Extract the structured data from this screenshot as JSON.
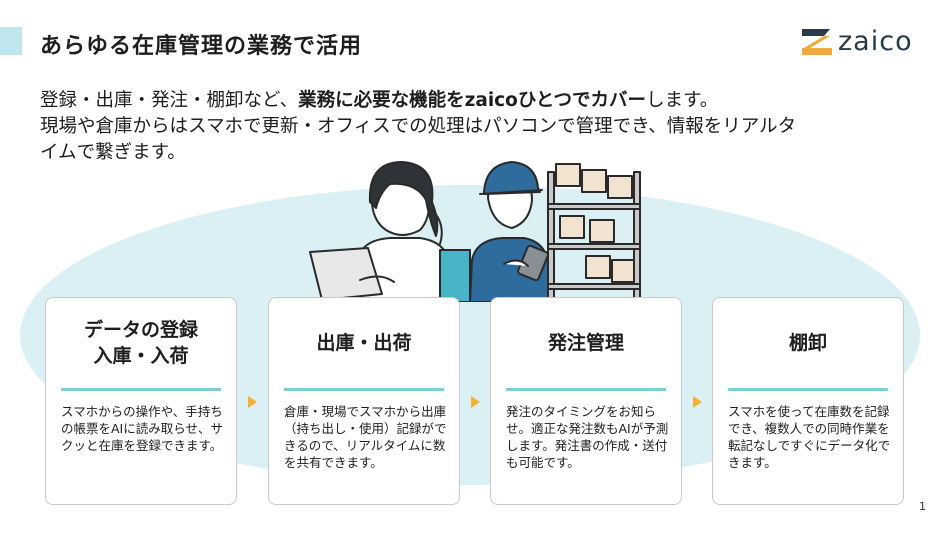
{
  "slide": {
    "title": "あらゆる在庫管理の業務で活用",
    "logo_text": "zaico",
    "intro": {
      "line1_pre": "登録・出庫・発注・棚卸など、",
      "line1_bold": "業務に必要な機能をzaicoひとつでカバー",
      "line1_post": "します。",
      "line2": "現場や倉庫からはスマホで更新・オフィスでの処理はパソコンで管理でき、情報をリアルタ",
      "line3": "イムで繋ぎます。"
    },
    "cards": [
      {
        "title_line1": "データの登録",
        "title_line2": "入庫・入荷",
        "body": "スマホからの操作や、手持ちの帳票をAIに読み取らせ、サクッと在庫を登録できます。"
      },
      {
        "title_line1": "出庫・出荷",
        "title_line2": "",
        "body": "倉庫・現場でスマホから出庫（持ち出し・使用）記録ができるので、リアルタイムに数を共有できます。"
      },
      {
        "title_line1": "発注管理",
        "title_line2": "",
        "body": "発注のタイミングをお知らせ。適正な発注数もAIが予測します。発注書の作成・送付も可能です。"
      },
      {
        "title_line1": "棚卸",
        "title_line2": "",
        "body": "スマホを使って在庫数を記録でき、複数人での同時作業を転記なしですぐにデータ化できます。"
      }
    ],
    "page_number": "1"
  },
  "colors": {
    "accent": "#bfe6ec",
    "card_rule": "#7ccfd9",
    "arrow": "#f2b035",
    "logo_orange": "#f2a93b",
    "logo_text": "#2b3a4b"
  },
  "icons": [
    "zaico-logo-icon",
    "arrow-right-icon",
    "office-worker-illustration",
    "warehouse-worker-illustration"
  ]
}
